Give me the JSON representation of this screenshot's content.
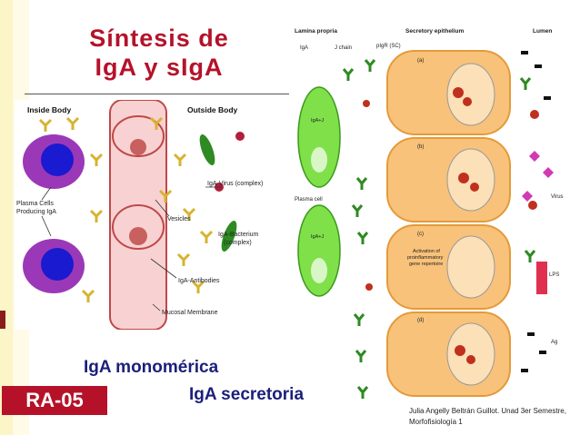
{
  "slide": {
    "title_line1": "Síntesis de",
    "title_line2": "IgA y sIgA",
    "label_monomeric": "IgA monomérica",
    "label_secretory": "IgA secretoria",
    "badge": "RA-05",
    "credit_line1": "Julia Angelly Beltrán Guillot. Unad 3er Semestre,",
    "credit_line2": "Morfofisiología 1"
  },
  "left_figure": {
    "inside_body": "Inside Body",
    "outside_body": "Outside Body",
    "plasma_cells_1": "Plasma Cells",
    "plasma_cells_2": "Producing IgA",
    "vesicles": "Vesicles",
    "iga_virus": "IgA-Virus (complex)",
    "iga_bacterium_1": "IgA-Bacterium",
    "iga_bacterium_2": "(complex)",
    "iga_antibodies": "IgA-Antibodies",
    "mucosal_membrane": "Mucosal Membrane"
  },
  "right_figure": {
    "lamina_propria": "Lamina propria",
    "secretory_epithelium": "Secretory epithelium",
    "lumen": "Lumen",
    "iga": "IgA",
    "j_chain": "J chain",
    "pigr": "pIgR (SC)",
    "panel_a": "(a)",
    "panel_b": "(b)",
    "panel_c": "(c)",
    "panel_d": "(d)",
    "iga_j_1": "IgA+J",
    "iga_j_2": "IgA+J",
    "plasma_cell": "Plasma cell",
    "virus": "Virus",
    "activation_1": "Activation of",
    "activation_2": "proinflammatory",
    "activation_3": "gene repertoire",
    "lps": "LPS",
    "ag": "Ag"
  }
}
